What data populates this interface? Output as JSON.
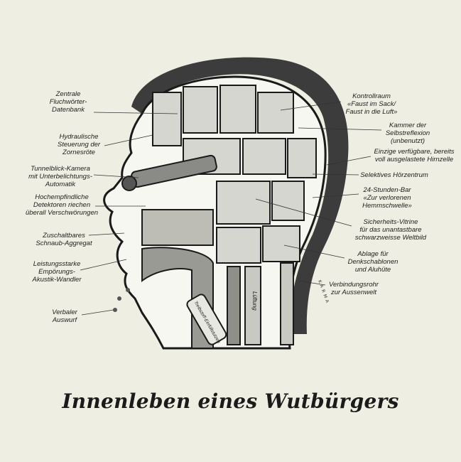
{
  "title": "Innenleben eines Wutbürgers",
  "labels_left": [
    {
      "lines": [
        "Zentrale",
        "Fluchwörter-",
        "Datenbank"
      ]
    },
    {
      "lines": [
        "Hydraulische",
        "Steuerung der",
        "Zornesröte"
      ]
    },
    {
      "lines": [
        "Tunnelblick-Kamera",
        "mit Unterbelichtungs-",
        "Automatik"
      ]
    },
    {
      "lines": [
        "Hochempfindliche",
        "Detektoren riechen",
        "überall Verschwörungen"
      ]
    },
    {
      "lines": [
        "Zuschaltbares",
        "Schnaub-Aggregat"
      ]
    },
    {
      "lines": [
        "Leistungsstarke",
        "Empörungs-",
        "Akustik-Wandler"
      ]
    },
    {
      "lines": [
        "Verbaler",
        "Auswurf"
      ]
    }
  ],
  "labels_right": [
    {
      "lines": [
        "Kontrollraum",
        "«Faust im Sack/",
        "Faust in die Luft»"
      ]
    },
    {
      "lines": [
        "Kammer der",
        "Selbstreflexion",
        "(unbenutzt)"
      ]
    },
    {
      "lines": [
        "Einzige verfügbare, bereits",
        "voll ausgelastete Hirnzelle"
      ]
    },
    {
      "lines": [
        "Selektives Hörzentrum"
      ]
    },
    {
      "lines": [
        "24-Stunden-Bar",
        "«Zur verlorenen",
        "Hemmschwelle»"
      ]
    },
    {
      "lines": [
        "Sicherheits-Vitrine",
        "für das unantastbare",
        "schwarzweisse Weltbild"
      ]
    },
    {
      "lines": [
        "Ablage für",
        "Denkschablonen",
        "und Aluhüte"
      ]
    },
    {
      "lines": [
        "Verbindungsrohr",
        "zur Aussenwelt"
      ]
    }
  ],
  "inner_text": {
    "pipe": "Lüftung",
    "canister": "Treibstoff-Einfüllstutzen",
    "signature": "KARMA"
  }
}
